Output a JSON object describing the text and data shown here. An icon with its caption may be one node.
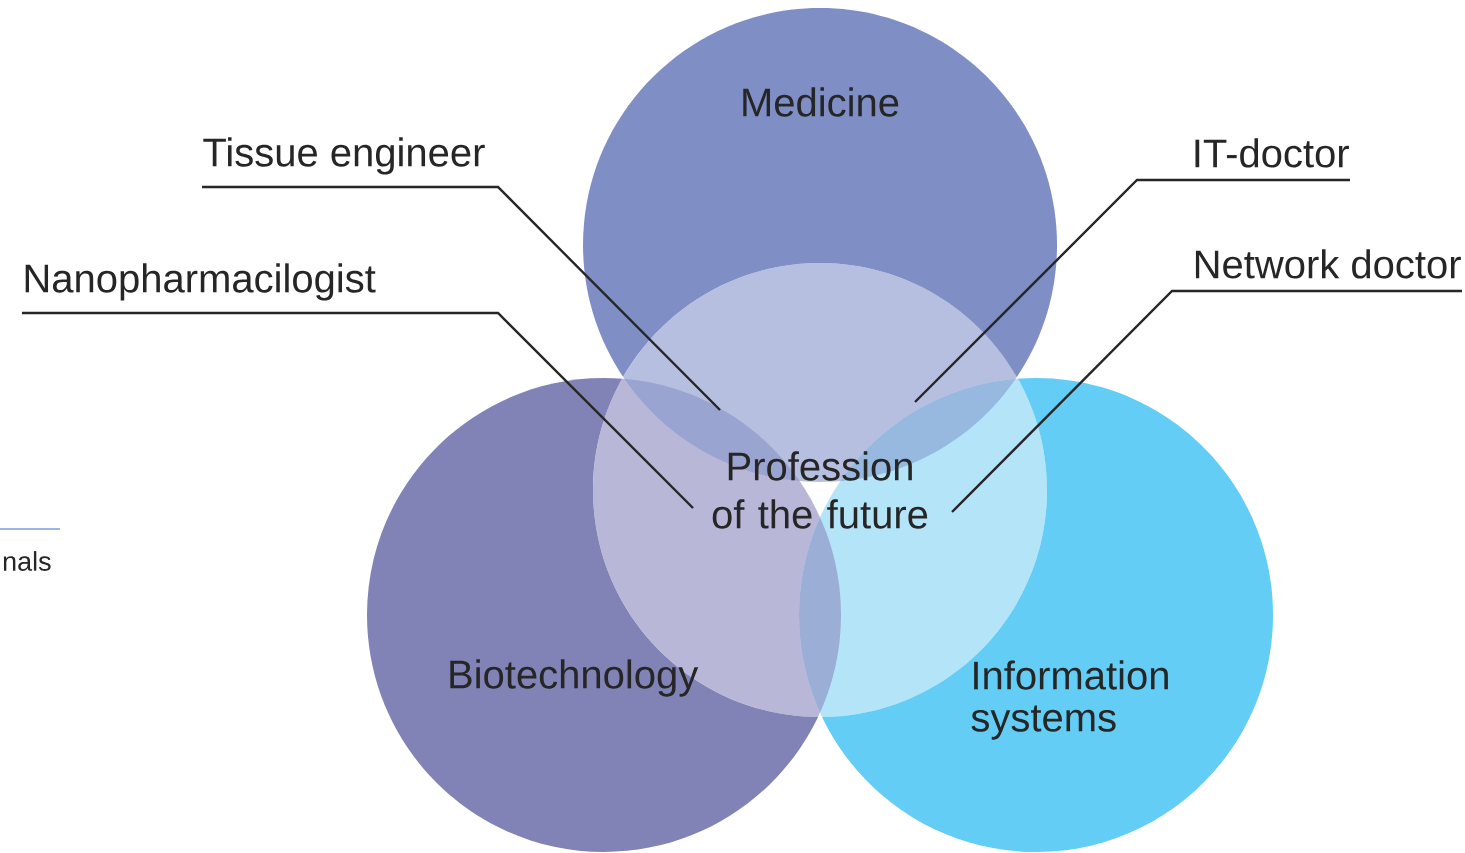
{
  "diagram": {
    "nodes": [
      {
        "text": [
          "Medicine"
        ]
      },
      {
        "text": [
          "Biotechnology"
        ]
      },
      {
        "text": [
          "Information systems"
        ]
      },
      {
        "text": [
          "Profession of the future"
        ]
      },
      {
        "text": [
          "Tissue engineer"
        ]
      },
      {
        "text": [
          "IT-doctor"
        ]
      },
      {
        "text": [
          "Nanopharmacilogist"
        ]
      },
      {
        "text": [
          "Network doctor"
        ]
      }
    ],
    "edges": [
      {
        "from": 4,
        "to": 0,
        "arrow": "none"
      },
      {
        "from": 5,
        "to": 0,
        "arrow": "none"
      },
      {
        "from": 6,
        "to": 1,
        "arrow": "none"
      },
      {
        "from": 7,
        "to": 2,
        "arrow": "none"
      }
    ],
    "labels": [
      "nals"
    ]
  }
}
